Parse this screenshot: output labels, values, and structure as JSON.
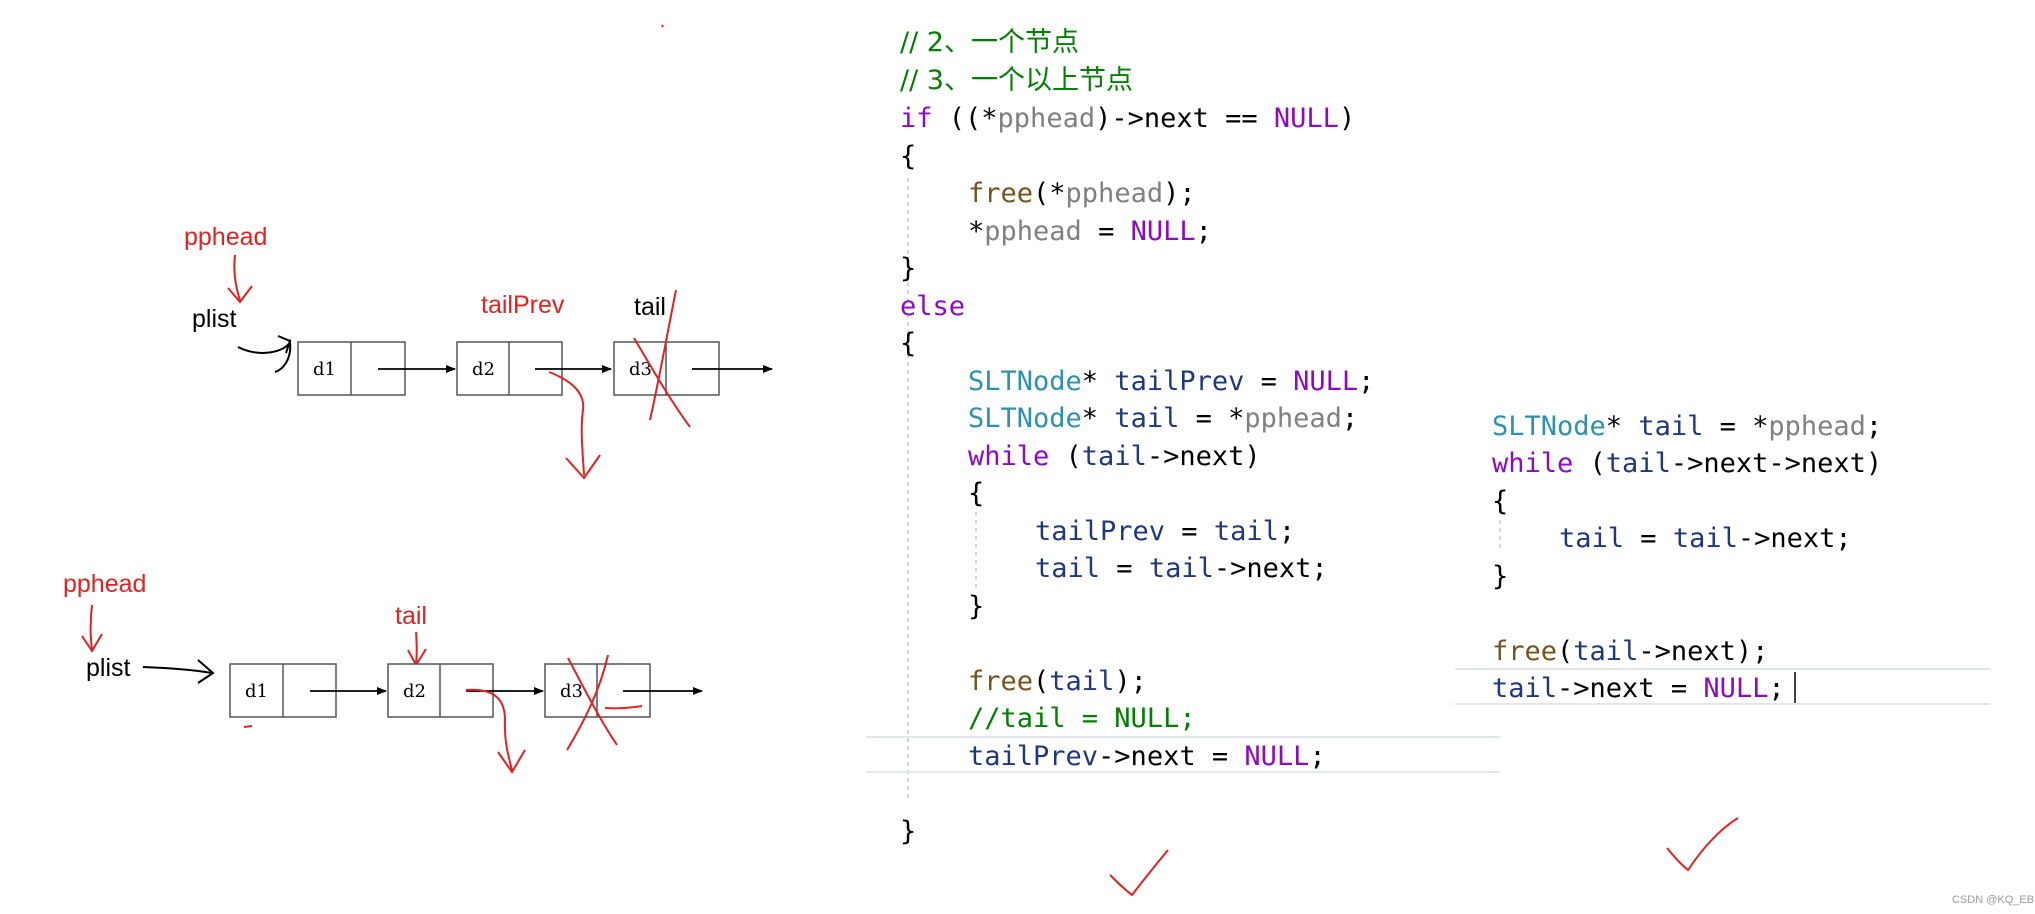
{
  "diagram_top": {
    "pphead": "pphead",
    "plist": "plist",
    "tailPrev": "tailPrev",
    "tail": "tail",
    "nodes": [
      "d1",
      "d2",
      "d3"
    ]
  },
  "diagram_bottom": {
    "pphead": "pphead",
    "plist": "plist",
    "tail": "tail",
    "nodes": [
      "d1",
      "d2",
      "d3"
    ]
  },
  "code_main": {
    "c1": "// 2、一个节点",
    "c2": "// 3、一个以上节点",
    "if_kw": "if",
    "if_a": " ((*",
    "if_pp": "pphead",
    "if_b": ")->next == ",
    "if_null": "NULL",
    "if_c": ")",
    "brace_open": "{",
    "brace_close": "}",
    "free_fn": "free",
    "free_a": "(*",
    "free_pp": "pphead",
    "free_b": ");",
    "assign_a": "*",
    "assign_pp": "pphead",
    "assign_b": " = ",
    "assign_null": "NULL",
    "assign_c": ";",
    "else_kw": "else",
    "d1_type": "SLTNode",
    "d1_a": "* ",
    "d1_var": "tailPrev",
    "d1_b": " = ",
    "d1_null": "NULL",
    "d1_c": ";",
    "d2_type": "SLTNode",
    "d2_a": "* ",
    "d2_var": "tail",
    "d2_b": " = *",
    "d2_pp": "pphead",
    "d2_c": ";",
    "while_kw": "while",
    "while_a": " (",
    "while_var": "tail",
    "while_b": "->next)",
    "l1_var": "tailPrev",
    "l1_b": " = ",
    "l1_var2": "tail",
    "l1_c": ";",
    "l2_var": "tail",
    "l2_b": " = ",
    "l2_var2": "tail",
    "l2_c": "->next;",
    "free2_fn": "free",
    "free2_a": "(",
    "free2_var": "tail",
    "free2_b": ");",
    "comment3": "//tail = NULL;",
    "last_var": "tailPrev",
    "last_a": "->next = ",
    "last_null": "NULL",
    "last_b": ";"
  },
  "code_alt": {
    "a1_type": "SLTNode",
    "a1_a": "* ",
    "a1_var": "tail",
    "a1_b": " = *",
    "a1_pp": "pphead",
    "a1_c": ";",
    "a2_kw": "while",
    "a2_a": " (",
    "a2_var": "tail",
    "a2_b": "->next->next)",
    "brace_open": "{",
    "a3_var": "tail",
    "a3_b": " = ",
    "a3_var2": "tail",
    "a3_c": "->next;",
    "brace_close": "}",
    "a4_fn": "free",
    "a4_a": "(",
    "a4_var": "tail",
    "a4_b": "->next);",
    "a5_var": "tail",
    "a5_a": "->next = ",
    "a5_null": "NULL",
    "a5_b": ";"
  },
  "watermark": "CSDN @KQ_EB",
  "colors": {
    "keyword": "#8f08c4",
    "type": "#2b91af",
    "variable": "#1f377f",
    "param": "#808080",
    "function": "#74531f",
    "comment": "#008000",
    "plain": "#000000",
    "annotation_red": "#e52020"
  }
}
